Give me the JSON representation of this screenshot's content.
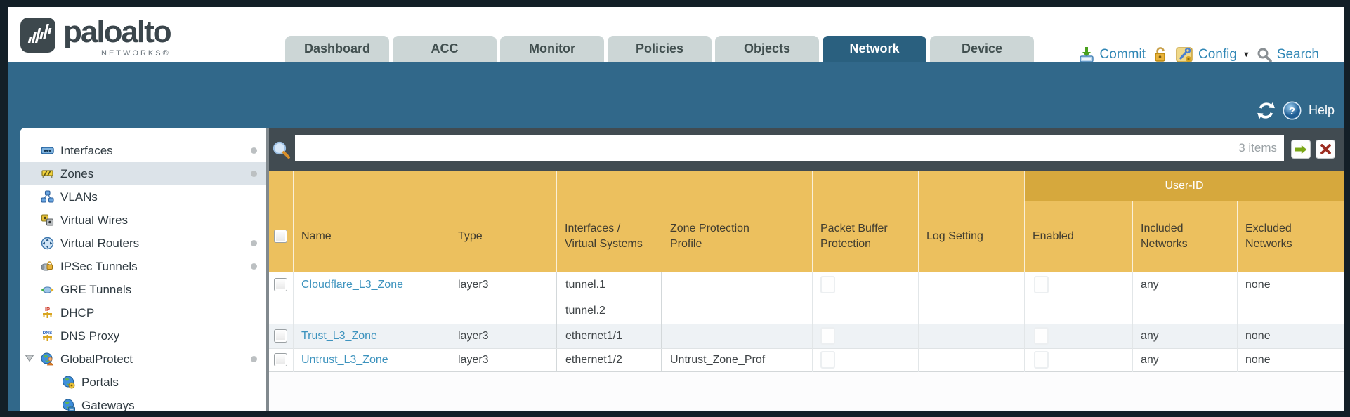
{
  "header": {
    "logo": {
      "brand": "paloalto",
      "sub": "NETWORKS®"
    },
    "tabs": [
      {
        "label": "Dashboard",
        "active": false
      },
      {
        "label": "ACC",
        "active": false
      },
      {
        "label": "Monitor",
        "active": false
      },
      {
        "label": "Policies",
        "active": false
      },
      {
        "label": "Objects",
        "active": false
      },
      {
        "label": "Network",
        "active": true
      },
      {
        "label": "Device",
        "active": false
      }
    ],
    "actions": {
      "commit": "Commit",
      "config": "Config",
      "search": "Search"
    }
  },
  "banner": {
    "help_label": "Help"
  },
  "sidebar": {
    "items": [
      {
        "label": "Interfaces",
        "icon": "interfaces-icon",
        "has_dot": true
      },
      {
        "label": "Zones",
        "icon": "zones-icon",
        "has_dot": true,
        "selected": true
      },
      {
        "label": "VLANs",
        "icon": "vlans-icon",
        "has_dot": false
      },
      {
        "label": "Virtual Wires",
        "icon": "virtual-wires-icon",
        "has_dot": false
      },
      {
        "label": "Virtual Routers",
        "icon": "virtual-routers-icon",
        "has_dot": true
      },
      {
        "label": "IPSec Tunnels",
        "icon": "ipsec-tunnels-icon",
        "has_dot": true
      },
      {
        "label": "GRE Tunnels",
        "icon": "gre-tunnels-icon",
        "has_dot": false
      },
      {
        "label": "DHCP",
        "icon": "dhcp-icon",
        "has_dot": false
      },
      {
        "label": "DNS Proxy",
        "icon": "dns-proxy-icon",
        "has_dot": true
      },
      {
        "label": "GlobalProtect",
        "icon": "globalprotect-icon",
        "has_dot": true,
        "expanded": true
      },
      {
        "label": "Portals",
        "icon": "portals-icon",
        "child": true
      },
      {
        "label": "Gateways",
        "icon": "gateways-icon",
        "child": true
      }
    ]
  },
  "toolbar": {
    "search_value": "",
    "items_count": "3 items"
  },
  "table": {
    "group_header": "User-ID",
    "columns": [
      "",
      "Name",
      "Type",
      "Interfaces / Virtual Systems",
      "Zone Protection Profile",
      "Packet Buffer Protection",
      "Log Setting",
      "Enabled",
      "Included Networks",
      "Excluded Networks"
    ],
    "rows": [
      {
        "name": "Cloudflare_L3_Zone",
        "type": "layer3",
        "interfaces": [
          "tunnel.1",
          "tunnel.2"
        ],
        "zone_protection_profile": "",
        "log_setting": "",
        "included_networks": "any",
        "excluded_networks": "none"
      },
      {
        "name": "Trust_L3_Zone",
        "type": "layer3",
        "interfaces": [
          "ethernet1/1"
        ],
        "zone_protection_profile": "",
        "log_setting": "",
        "included_networks": "any",
        "excluded_networks": "none"
      },
      {
        "name": "Untrust_L3_Zone",
        "type": "layer3",
        "interfaces": [
          "ethernet1/2"
        ],
        "zone_protection_profile": "Untrust_Zone_Prof",
        "log_setting": "",
        "included_networks": "any",
        "excluded_networks": "none"
      }
    ]
  },
  "colors": {
    "teal_band": "#31688a",
    "toolbar_dark": "#414b51",
    "table_header_amber": "#ecc05e",
    "user_id_band_amber": "#d6a83d",
    "link_blue": "#3d93be",
    "tab_active": "#2a607f",
    "action_blue": "#2f86b5",
    "row_stripe": "#eef2f5"
  }
}
